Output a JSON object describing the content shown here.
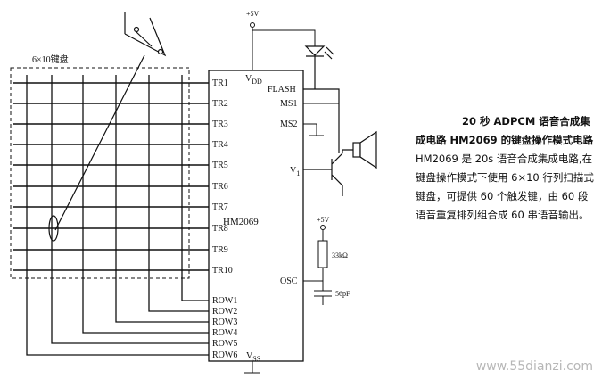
{
  "keyboard_label": "6×10键盘",
  "chip": {
    "name": "HM2069",
    "vdd_label": "V",
    "vdd_sub": "DD",
    "vss_label": "V",
    "vss_sub": "SS",
    "left_pins": [
      "TR1",
      "TR2",
      "TR3",
      "TR4",
      "TR5",
      "TR6",
      "TR7",
      "TR8",
      "TR9",
      "TR10",
      "ROW1",
      "ROW2",
      "ROW3",
      "ROW4",
      "ROW5",
      "ROW6"
    ],
    "right_pins": [
      "FLASH",
      "MS1",
      "MS2",
      "OSC"
    ]
  },
  "power": {
    "top_supply": "+5V",
    "osc_supply": "+5V"
  },
  "components": {
    "resistor": "33kΩ",
    "capacitor": "56pF",
    "transistor_label": "V",
    "transistor_sub": "1"
  },
  "description": {
    "heading": "20 秒 ADPCM 语音合成集成电路 HM2069 的键盘操作模式电路",
    "body": "HM2069 是 20s 语音合成集成电路,在键盘操作模式下使用 6×10 行列扫描式键盘，可提供 60 个触发键，由 60 段语音重复排列组合成 60 串语音输出。"
  },
  "watermark": "www.55dianzi.com"
}
